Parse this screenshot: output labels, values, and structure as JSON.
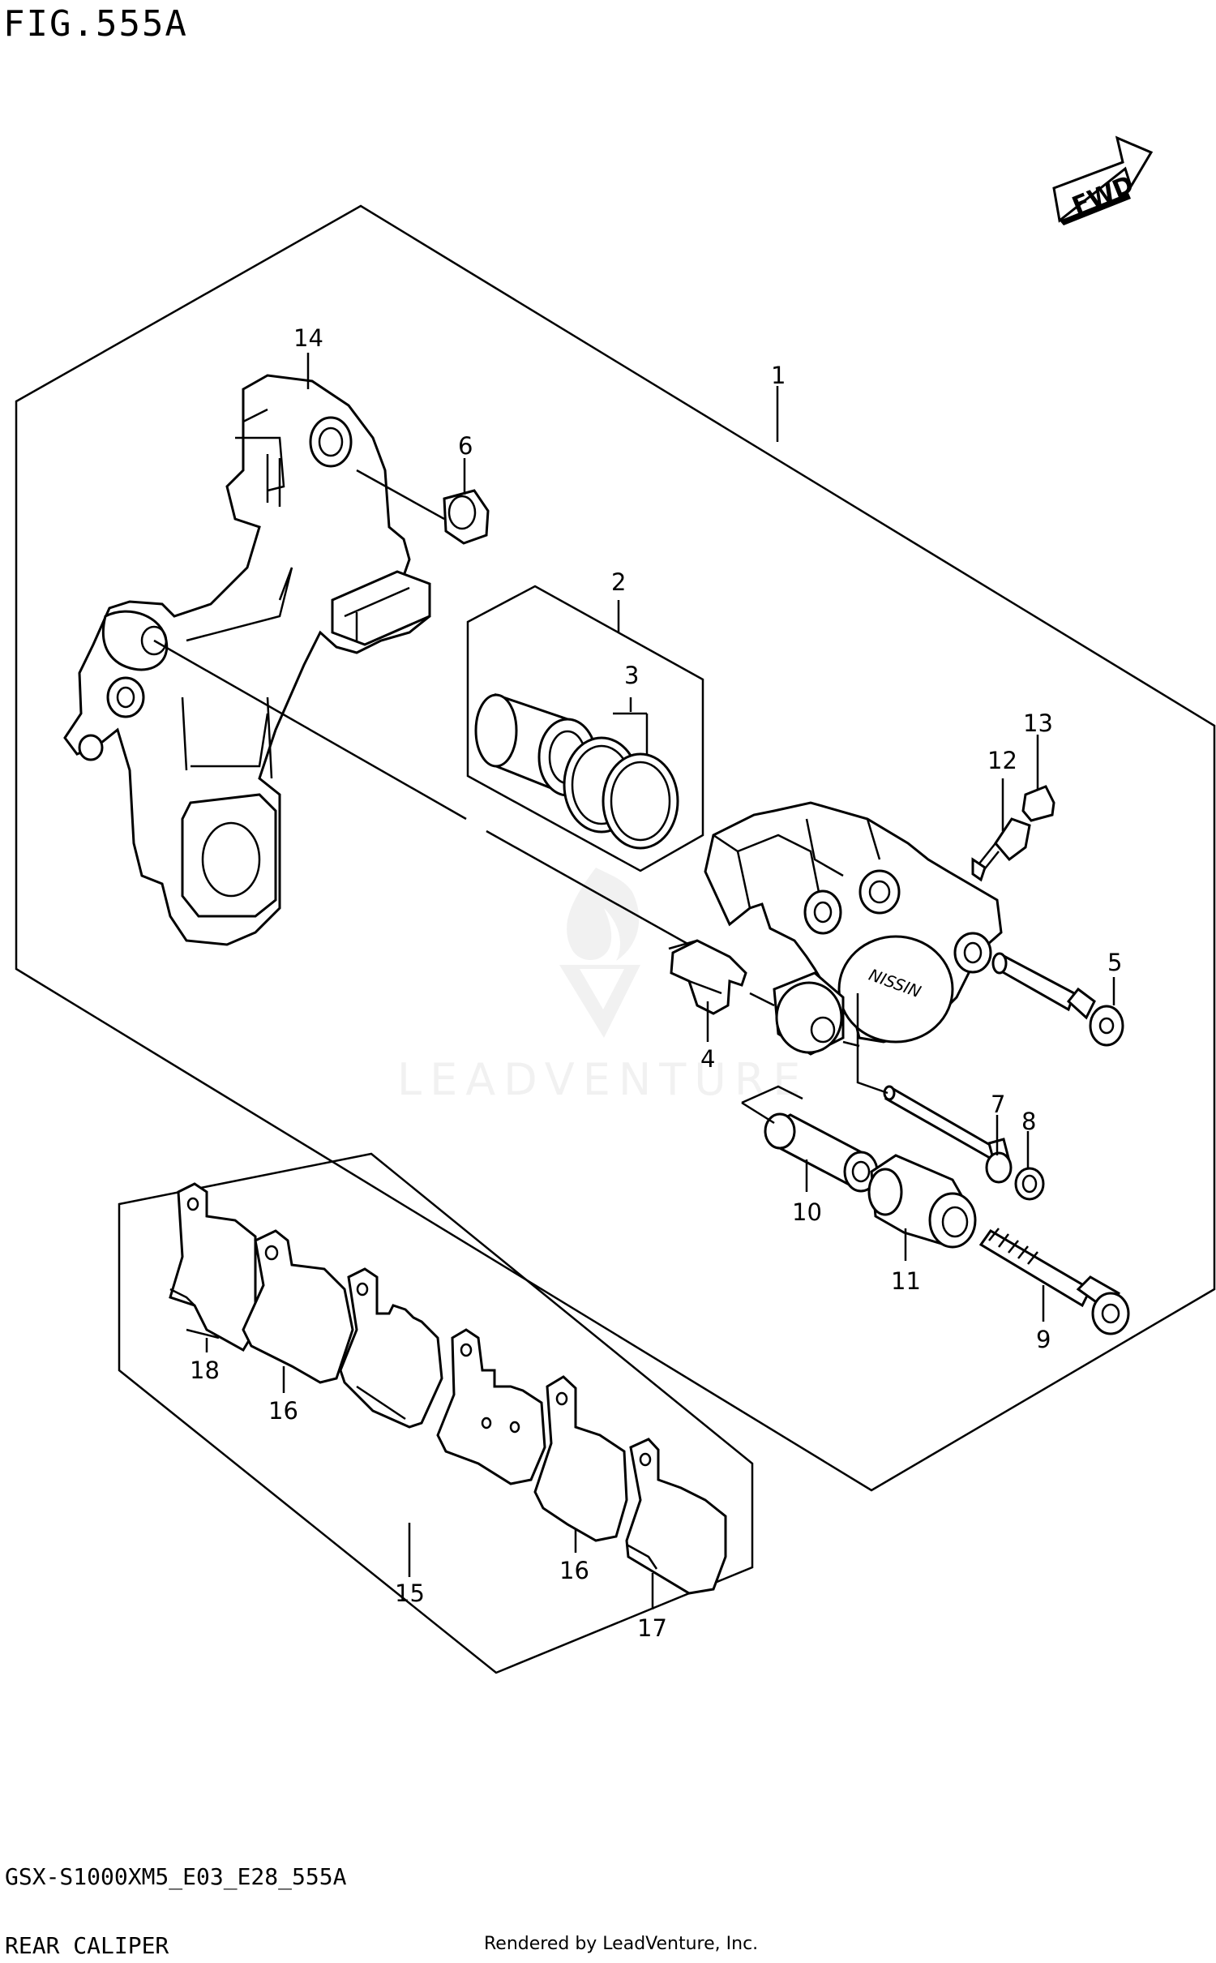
{
  "figure": {
    "title": "FIG.555A",
    "model_code": "GSX-S1000XM5_E03_E28_555A",
    "subtitle": "REAR CALIPER",
    "render_credit": "Rendered by LeadVenture, Inc.",
    "watermark": "LEADVENTURE",
    "fwd_label": "FWD"
  },
  "callouts": [
    {
      "id": "1",
      "label": "1"
    },
    {
      "id": "2",
      "label": "2"
    },
    {
      "id": "3",
      "label": "3"
    },
    {
      "id": "4",
      "label": "4"
    },
    {
      "id": "5",
      "label": "5"
    },
    {
      "id": "6",
      "label": "6"
    },
    {
      "id": "7",
      "label": "7"
    },
    {
      "id": "8",
      "label": "8"
    },
    {
      "id": "9",
      "label": "9"
    },
    {
      "id": "10",
      "label": "10"
    },
    {
      "id": "11",
      "label": "11"
    },
    {
      "id": "12",
      "label": "12"
    },
    {
      "id": "13",
      "label": "13"
    },
    {
      "id": "14",
      "label": "14"
    },
    {
      "id": "15",
      "label": "15"
    },
    {
      "id": "16a",
      "label": "16"
    },
    {
      "id": "16b",
      "label": "16"
    },
    {
      "id": "17",
      "label": "17"
    },
    {
      "id": "18",
      "label": "18"
    }
  ],
  "colors": {
    "line": "#000000",
    "background": "#ffffff",
    "watermark": "#e6e6e6"
  }
}
